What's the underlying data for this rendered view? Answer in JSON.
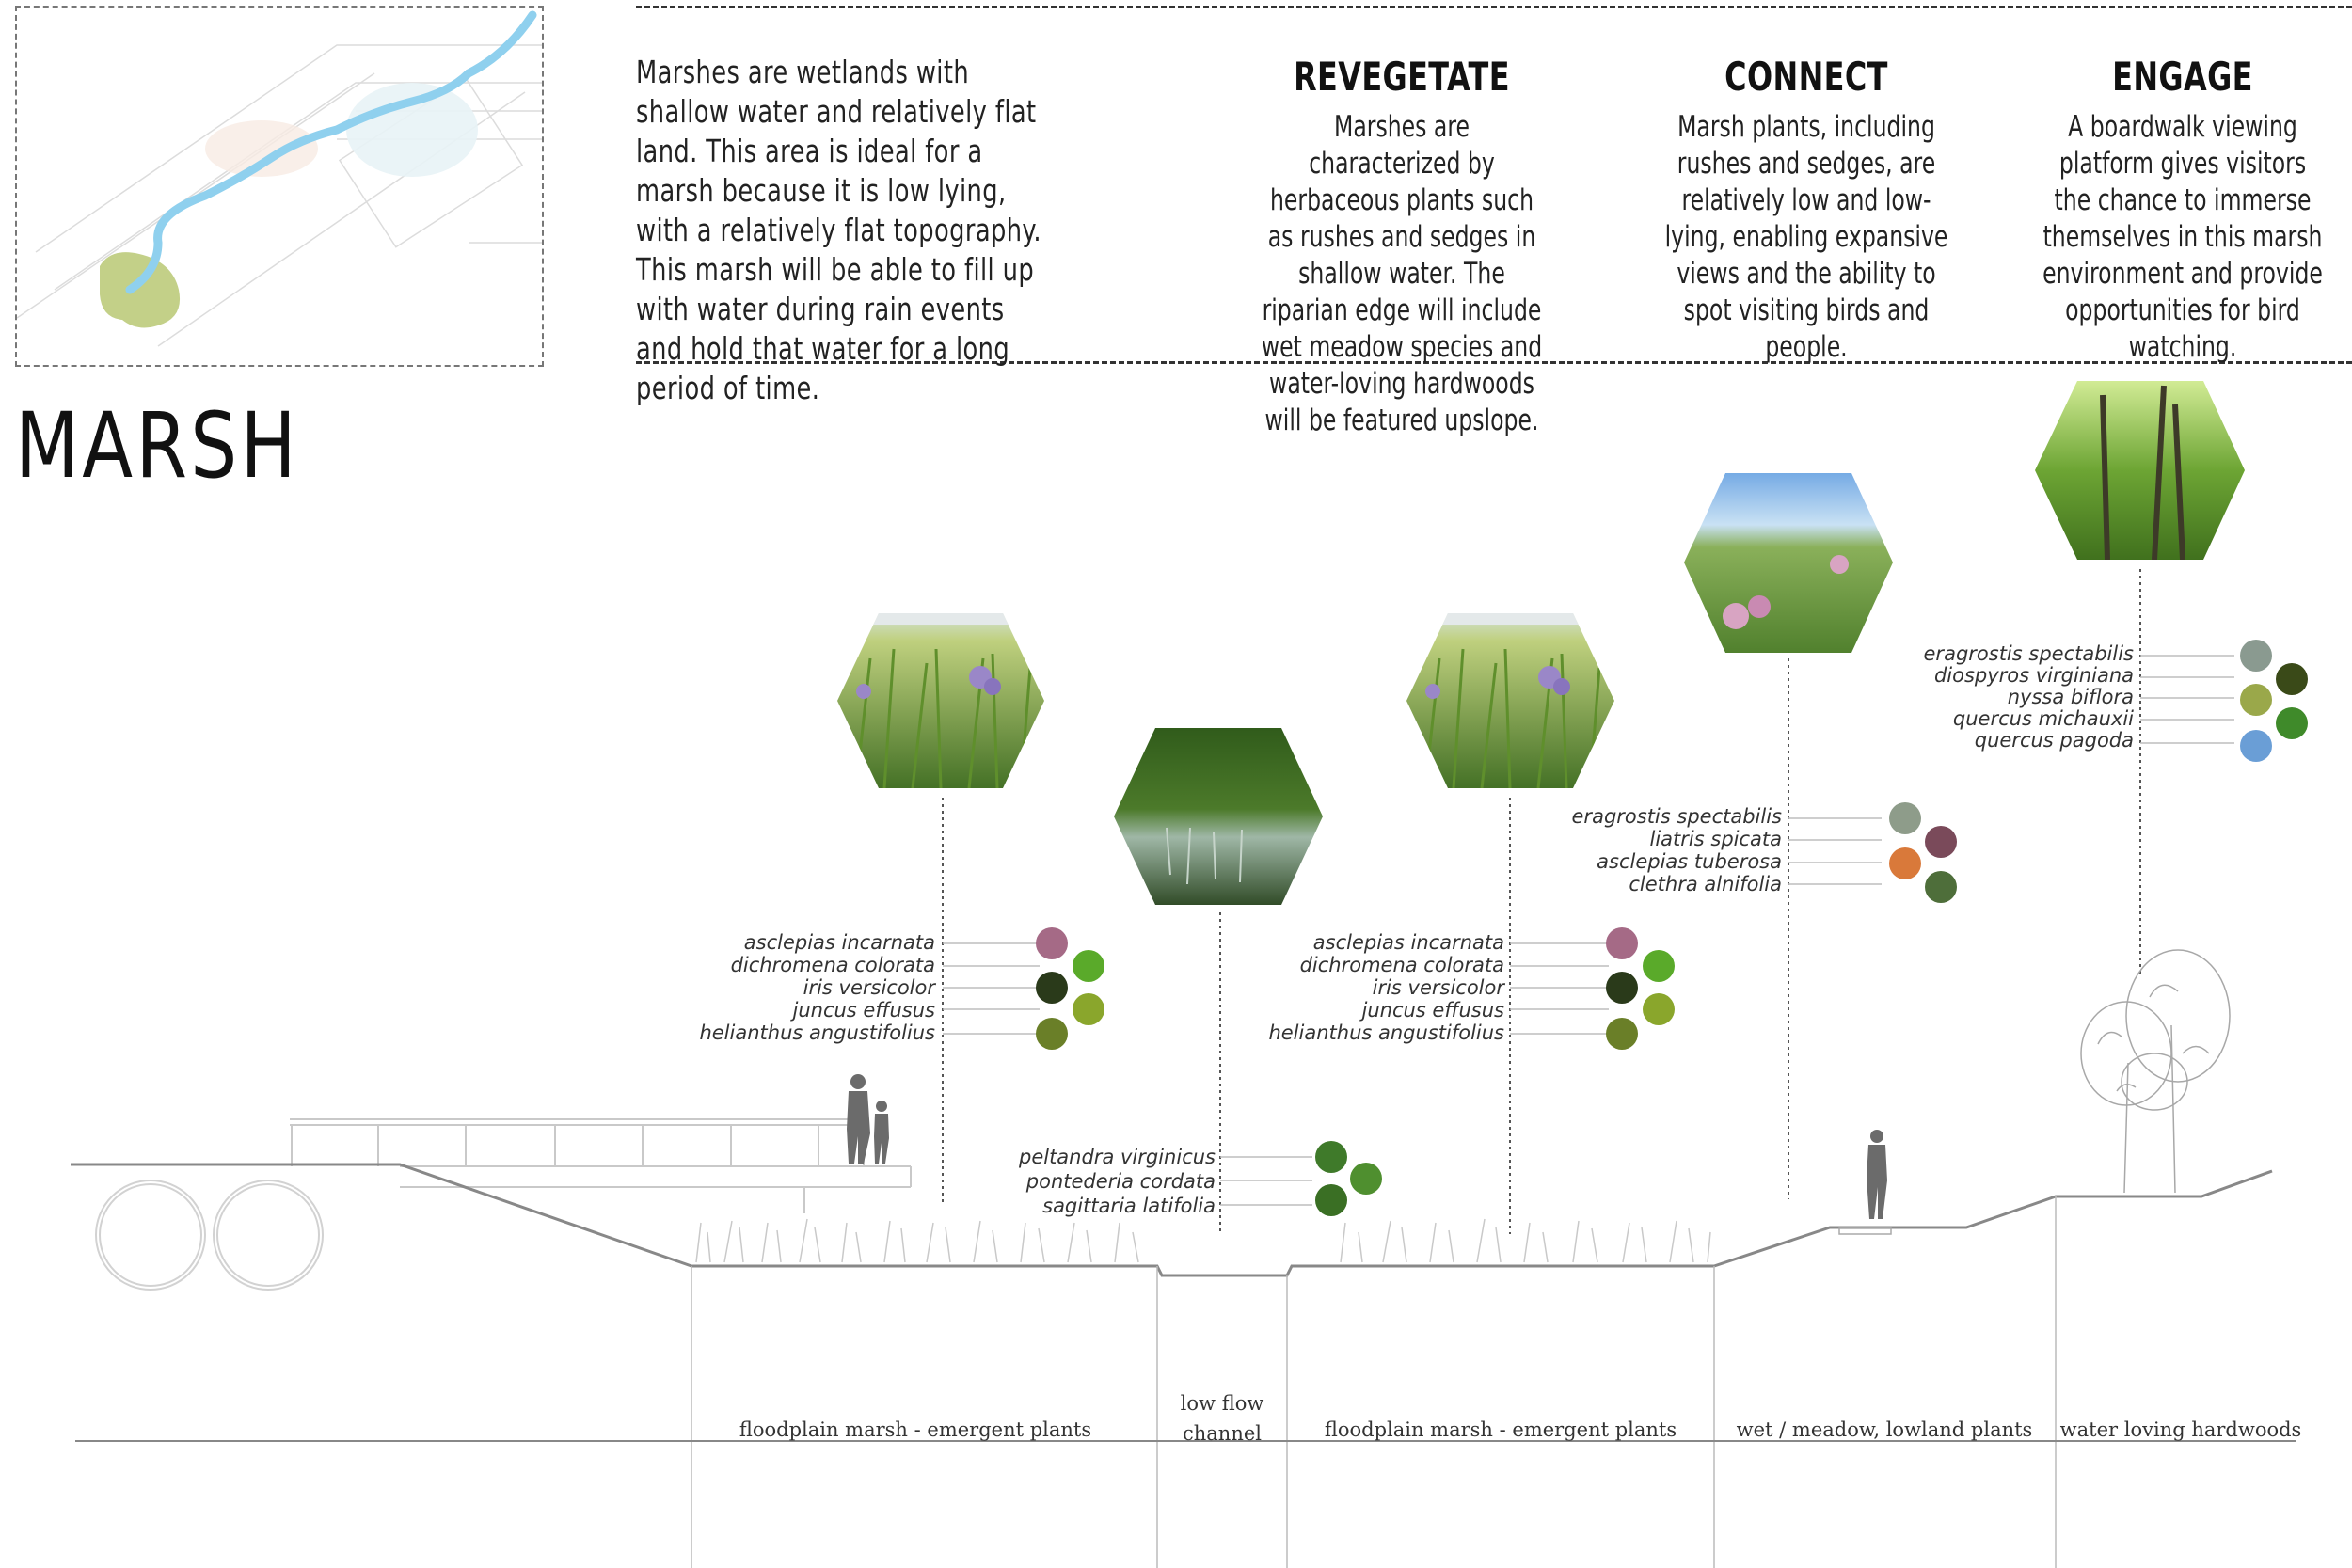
{
  "intro": "Marshes are wetlands with shallow water and relatively flat land. This area is ideal for a marsh because it is low lying, with a relatively flat topography. This marsh will be able to fill up with water during rain events and hold that water for a long period of time.",
  "columns": [
    {
      "heading": "REVEGETATE",
      "text": "Marshes are characterized by herbaceous plants such as rushes and sedges in shallow water. The riparian edge will include wet meadow species and water-loving hardwoods will be featured upslope."
    },
    {
      "heading": "CONNECT",
      "text": "Marsh plants, including rushes and sedges, are relatively low and low-lying, enabling expansive views and the ability to spot visiting birds and people."
    },
    {
      "heading": "ENGAGE",
      "text": "A boardwalk viewing platform gives visitors the chance to immerse themselves in this marsh environment and provide opportunities for bird watching."
    }
  ],
  "title": "MARSH",
  "species_groups": [
    {
      "id": "floodplain-1",
      "names": [
        "asclepias incarnata",
        "dichromena colorata",
        "iris versicolor",
        "juncus effusus",
        "helianthus angustifolius"
      ]
    },
    {
      "id": "channel",
      "names": [
        "peltandra virginicus",
        "pontederia cordata",
        "sagittaria latifolia"
      ]
    },
    {
      "id": "floodplain-2",
      "names": [
        "asclepias incarnata",
        "dichromena colorata",
        "iris versicolor",
        "juncus effusus",
        "helianthus angustifolius"
      ]
    },
    {
      "id": "meadow",
      "names": [
        "eragrostis spectabilis",
        "liatris spicata",
        "asclepias tuberosa",
        "clethra alnifolia"
      ]
    },
    {
      "id": "hardwoods",
      "names": [
        "eragrostis spectabilis",
        "diospyros virginiana",
        "nyssa biflora",
        "quercus michauxii",
        "quercus pagoda"
      ]
    }
  ],
  "zones": [
    {
      "label": "floodplain marsh - emergent plants"
    },
    {
      "label": "low flow channel"
    },
    {
      "label": "floodplain marsh - emergent plants"
    },
    {
      "label": "wet / meadow, lowland plants"
    },
    {
      "label": "water loving hardwoods"
    }
  ],
  "low_flow_lines": [
    "low flow",
    "channel"
  ],
  "colors": {
    "text": "#222222",
    "ground_line": "#888888",
    "stream_blue": "#8fd0ee",
    "marsh_green": "#b9c873",
    "photo_green": "#6a9a3a",
    "sky": "#9ec5ea"
  }
}
